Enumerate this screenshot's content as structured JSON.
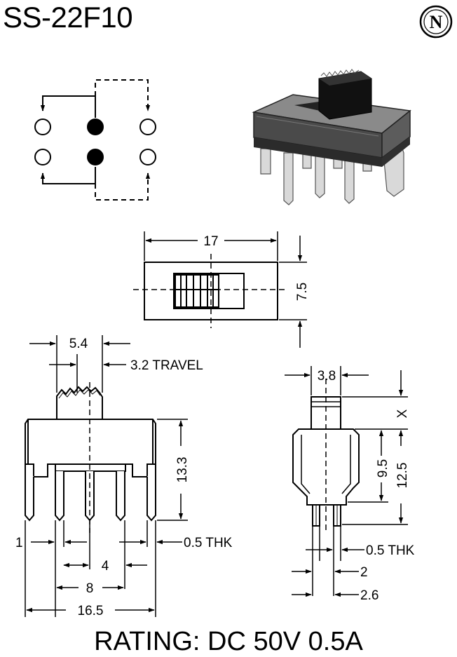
{
  "title": "SS-22F10",
  "rating": "RATING: DC 50V 0.5A",
  "logo_letter": "N",
  "dimensions": {
    "top_length": "17",
    "top_width": "7.5",
    "actuator_width": "5.4",
    "travel": "3.2 TRAVEL",
    "height_front": "13.3",
    "pin_offset": "1",
    "pin_pitch": "4",
    "pin_span": "8",
    "overall_length": "16.5",
    "thickness_front": "0.5 THK",
    "side_actuator": "3.8",
    "actuator_height": "X",
    "body_height": "9.5",
    "side_total": "12.5",
    "thickness_side": "0.5 THK",
    "side_pin_1": "2",
    "side_pin_2": "2.6"
  },
  "colors": {
    "ink": "#000000",
    "body_dark": "#3a3a3a",
    "body_mid": "#6b6b6b",
    "pins": "#cfcfcf"
  }
}
